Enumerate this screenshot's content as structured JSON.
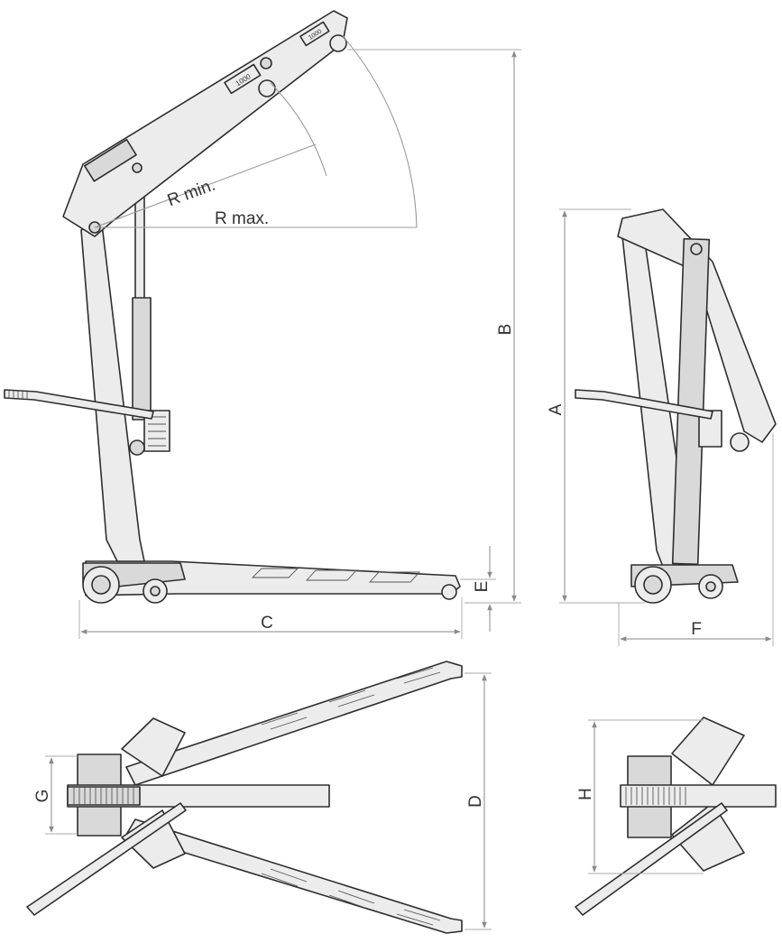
{
  "labels": {
    "r_min": "R min.",
    "r_max": "R max.",
    "a": "A",
    "b": "B",
    "c": "C",
    "d": "D",
    "e": "E",
    "f": "F",
    "g": "G",
    "h": "H"
  },
  "placards": {
    "boom_front": "1000",
    "boom_mid": "1000"
  },
  "colors": {
    "part_fill": "#ececec",
    "outline": "#2e2e2e",
    "dimension_line": "#8a8a8a"
  }
}
